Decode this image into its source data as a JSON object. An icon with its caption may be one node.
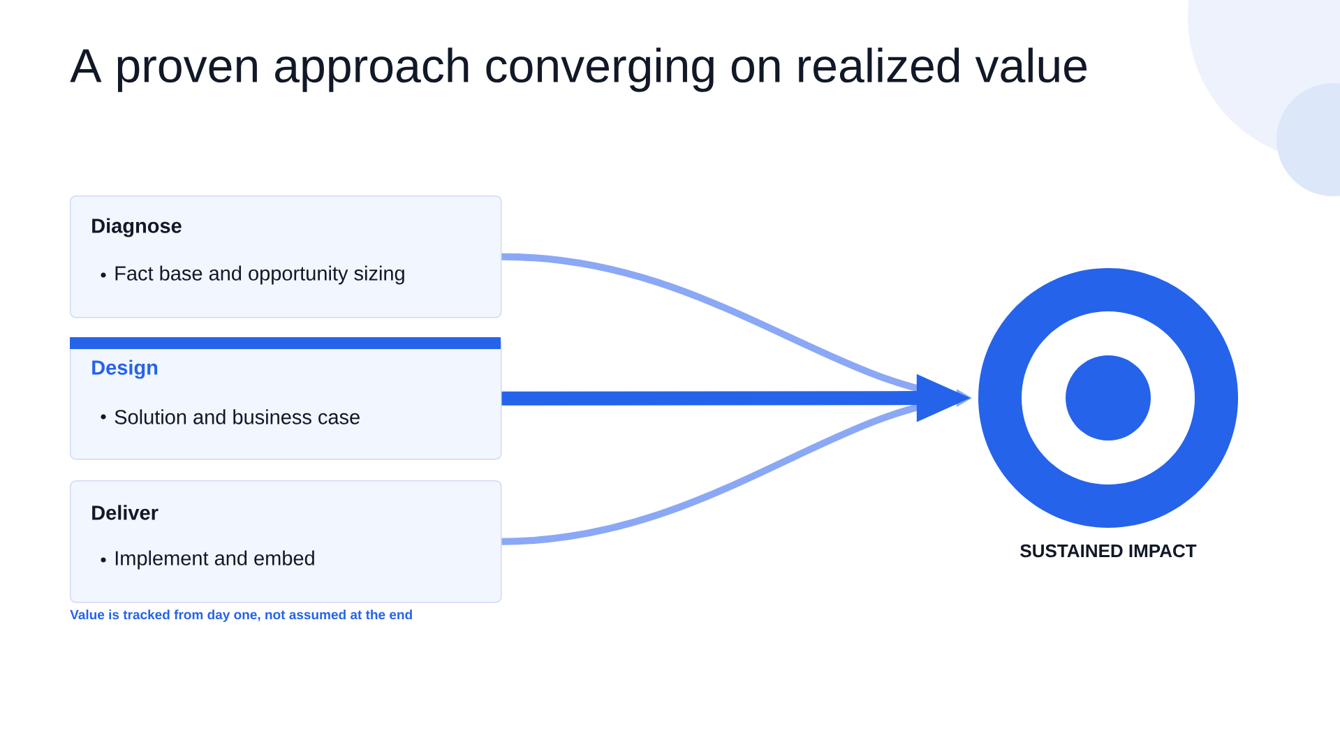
{
  "diagram": {
    "title": "A proven approach converging on realized value",
    "nodes": [
      {
        "text": [
          "Diagnose",
          "Fact base and opportunity sizing"
        ]
      },
      {
        "text": [
          "Design",
          "Solution and business case"
        ]
      },
      {
        "text": [
          "Deliver",
          "Implement and embed"
        ]
      },
      {
        "text": [],
        "shape": "circle",
        "beside": [
          "SUSTAINED IMPACT"
        ]
      }
    ],
    "edges": [
      {
        "from": 0,
        "to": 3,
        "arrow": "to"
      },
      {
        "from": 2,
        "to": 3,
        "arrow": "to"
      },
      {
        "from": 1,
        "to": 3,
        "arrow": "to",
        "style": "thick",
        "color": "#2563eb"
      }
    ],
    "labels": [
      "Value is tracked from day one, not assumed at the end"
    ]
  }
}
